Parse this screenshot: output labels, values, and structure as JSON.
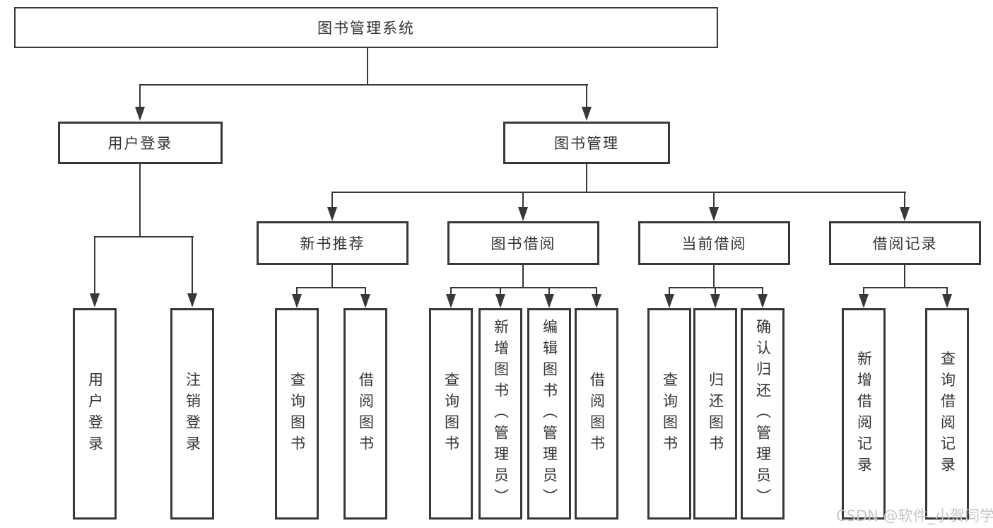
{
  "diagram": {
    "root": {
      "label": "图书管理系统"
    },
    "level2": [
      {
        "label": "用户登录"
      },
      {
        "label": "图书管理"
      }
    ],
    "level3": [
      {
        "label": "新书推荐"
      },
      {
        "label": "图书借阅"
      },
      {
        "label": "当前借阅"
      },
      {
        "label": "借阅记录"
      }
    ],
    "leaves": {
      "user_login": [
        {
          "label": "用户登录"
        },
        {
          "label": "注销登录"
        }
      ],
      "new_books": [
        {
          "label": "查询图书"
        },
        {
          "label": "借阅图书"
        }
      ],
      "book_borrow": [
        {
          "label": "查询图书"
        },
        {
          "label": "新增图书（管理员）"
        },
        {
          "label": "编辑图书（管理员）"
        },
        {
          "label": "借阅图书"
        }
      ],
      "current_borrow": [
        {
          "label": "查询图书"
        },
        {
          "label": "归还图书"
        },
        {
          "label": "确认归还（管理员）"
        }
      ],
      "borrow_records": [
        {
          "label": "新增借阅记录"
        },
        {
          "label": "查询借阅记录"
        }
      ]
    }
  },
  "watermark": {
    "text": "CSDN @软件_小贺同学"
  },
  "colors": {
    "line": "#383838",
    "text": "#333333",
    "watermark": "#c7c7c7",
    "background": "#ffffff"
  }
}
